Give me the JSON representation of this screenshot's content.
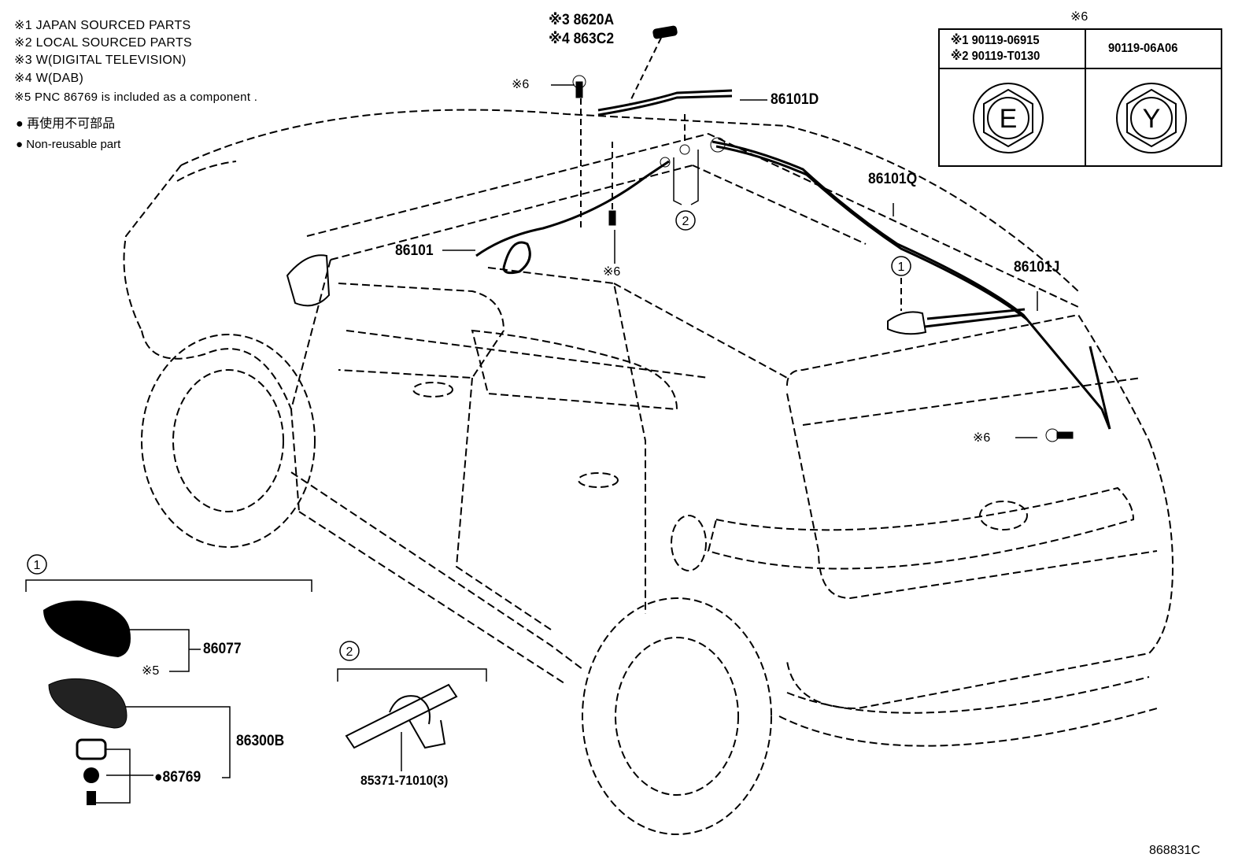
{
  "notes": [
    {
      "mark": "※1",
      "text": "JAPAN SOURCED PARTS"
    },
    {
      "mark": "※2",
      "text": "LOCAL SOURCED PARTS"
    },
    {
      "mark": "※3",
      "text": "W(DIGITAL TELEVISION)"
    },
    {
      "mark": "※4",
      "text": "W(DAB)"
    },
    {
      "mark": "※5",
      "text": "PNC 86769 is included as a component ."
    }
  ],
  "legend": {
    "jp": "再使用不可部品",
    "en": "Non-reusable part",
    "symbol": "●"
  },
  "fastener_table": {
    "header_mark": "※6",
    "col1_line1": "※1 90119-06915",
    "col1_line2": "※2 90119-T0130",
    "col2": "90119-06A06",
    "symbol_e": "E",
    "symbol_y": "Y"
  },
  "part_labels": {
    "p8620a": "※3 8620A",
    "p863c2": "※4 863C2",
    "p86101d": "86101D",
    "p86101q": "86101Q",
    "p86101j": "86101J",
    "p86101": "86101",
    "p86077": "86077",
    "p86300b": "86300B",
    "p86769": "●86769",
    "p85371": "85371-71010(3)",
    "note5_ref": "※5",
    "ref6_a": "※6",
    "ref6_b": "※6",
    "ref6_c": "※6"
  },
  "callouts": {
    "c1": "①",
    "c2": "②",
    "detail1": "①",
    "detail2": "②"
  },
  "illustration_code": "868831C",
  "colors": {
    "line": "#000000",
    "background": "#ffffff"
  }
}
